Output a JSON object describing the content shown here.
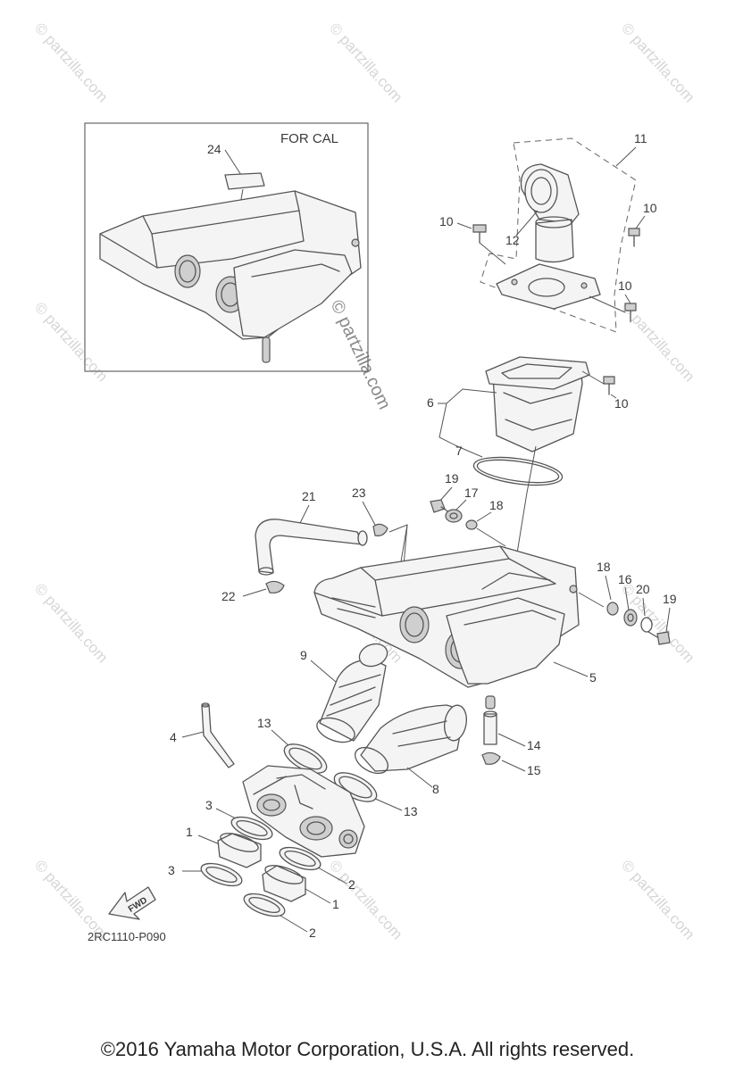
{
  "watermark_text": "© partzilla.com",
  "inset_label": "FOR CAL",
  "diagram_code": "2RC1110-P090",
  "fwd_label": "FWD",
  "copyright": "©2016 Yamaha Motor Corporation, U.S.A. All rights reserved.",
  "callouts": {
    "c1a": "1",
    "c1b": "1",
    "c2a": "2",
    "c2b": "2",
    "c3a": "3",
    "c3b": "3",
    "c4": "4",
    "c5": "5",
    "c6": "6",
    "c7": "7",
    "c8": "8",
    "c9": "9",
    "c10a": "10",
    "c10b": "10",
    "c10c": "10",
    "c10d": "10",
    "c11": "11",
    "c12": "12",
    "c13a": "13",
    "c13b": "13",
    "c14": "14",
    "c15": "15",
    "c16": "16",
    "c17": "17",
    "c18a": "18",
    "c18b": "18",
    "c19a": "19",
    "c19b": "19",
    "c20": "20",
    "c21": "21",
    "c22": "22",
    "c23": "23",
    "c24": "24"
  }
}
